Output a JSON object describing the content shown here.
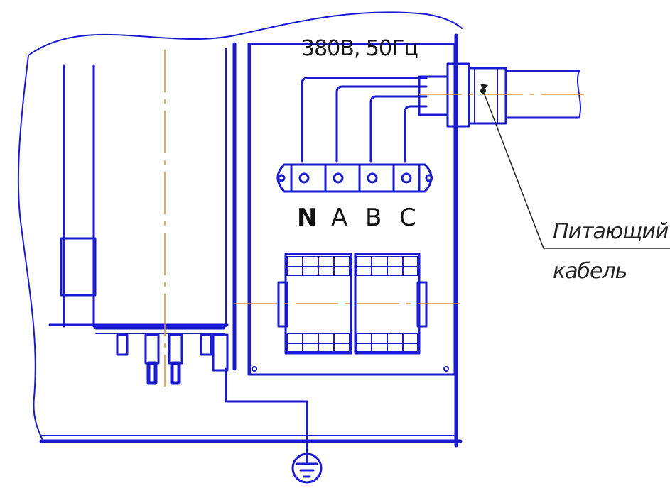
{
  "supply_label": "380В, 50Гц",
  "terminal_labels": [
    "N",
    "A",
    "B",
    "C"
  ],
  "cable_label_line1": "Питающий",
  "cable_label_line2": "кабель",
  "colors": {
    "outline": "#1a1ad0",
    "axis": "#e08a2a",
    "text": "#111111"
  }
}
